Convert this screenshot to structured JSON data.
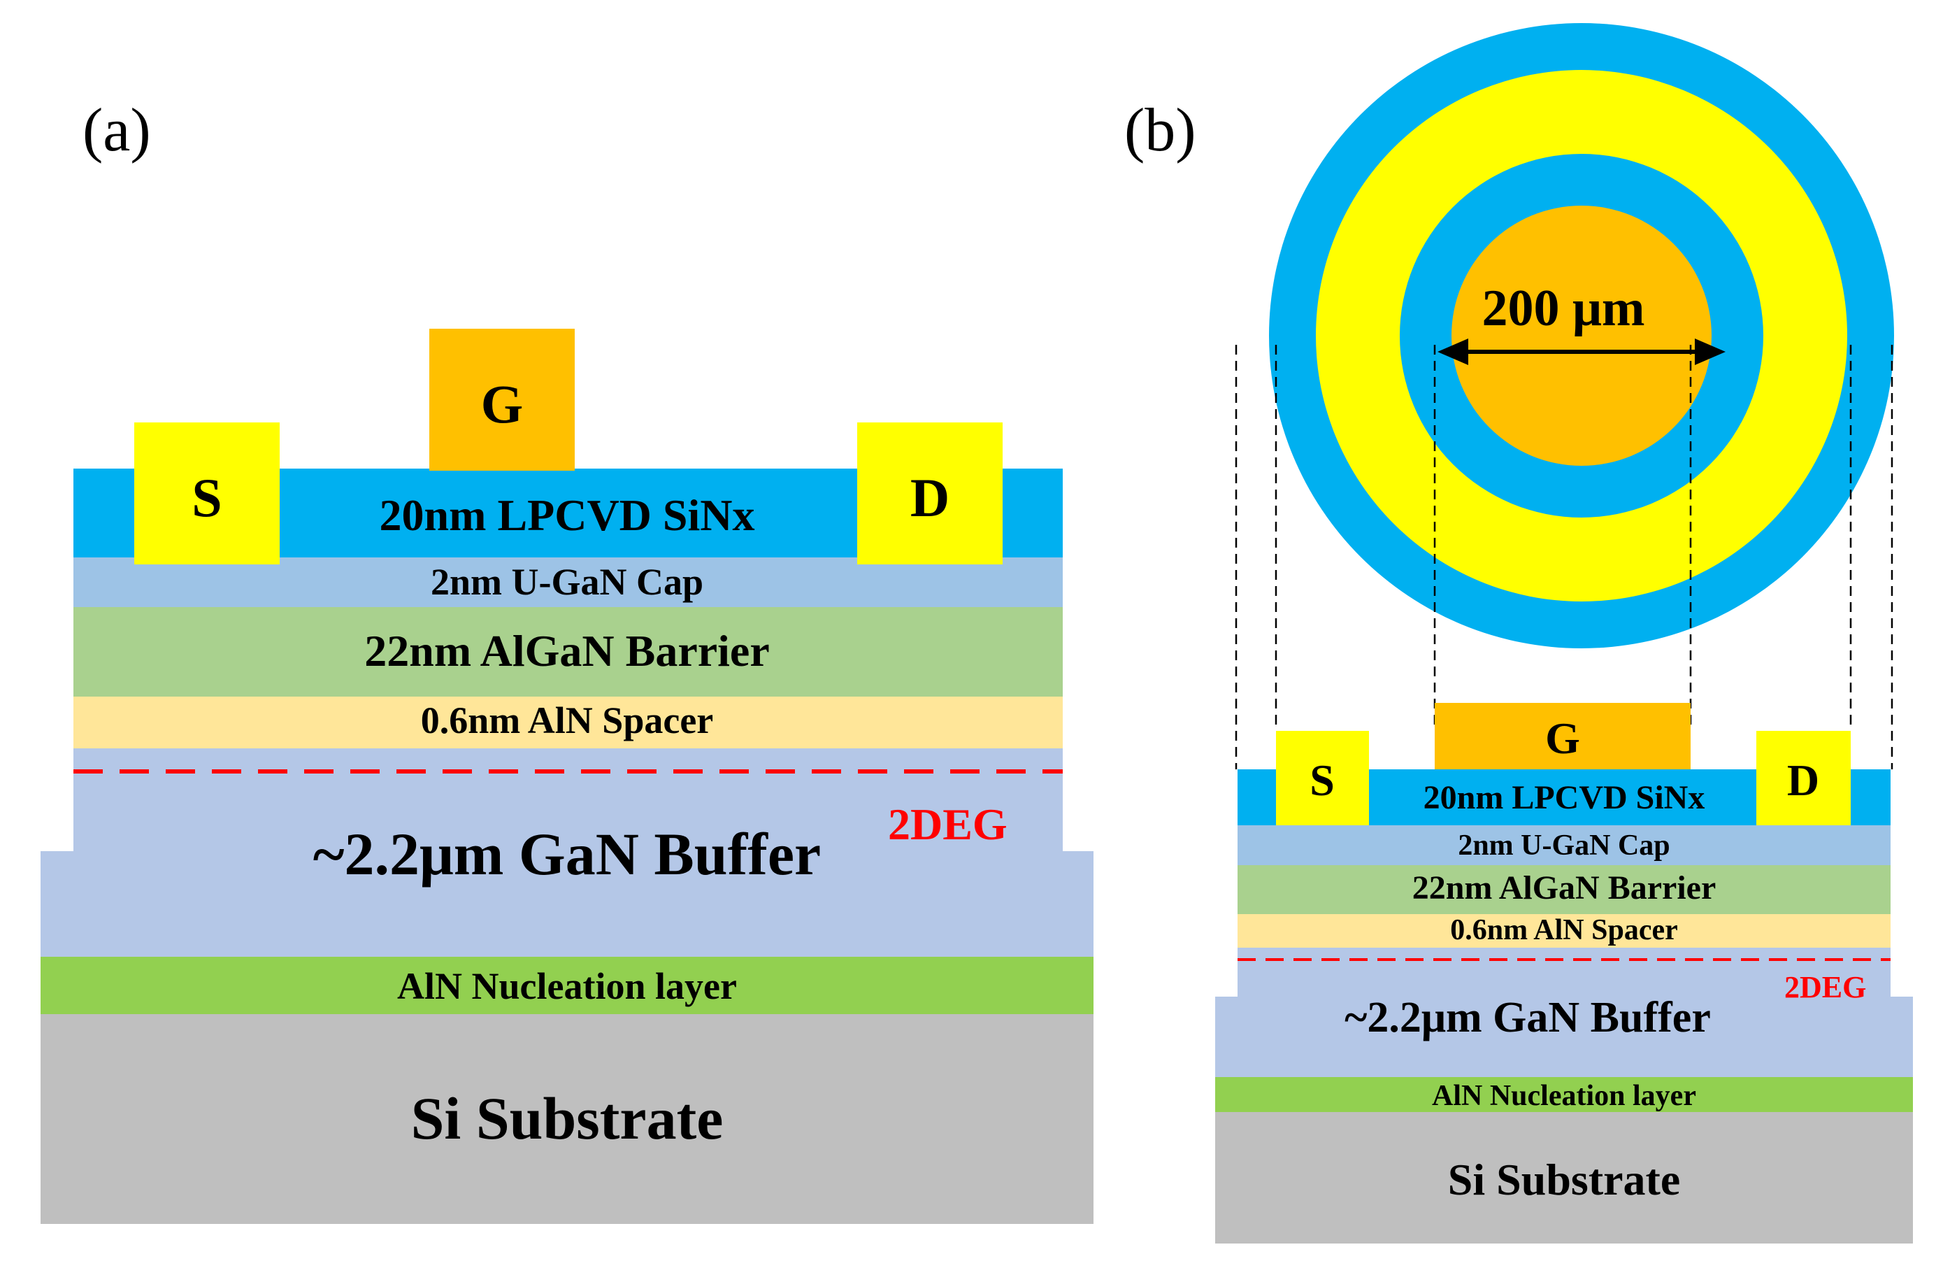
{
  "panels": {
    "a": {
      "label": "(a)",
      "electrodes": {
        "source": "S",
        "gate": "G",
        "drain": "D"
      },
      "layers": {
        "passivation": "20nm LPCVD SiNx",
        "cap": "2nm U-GaN Cap",
        "barrier": "22nm AlGaN Barrier",
        "spacer": "0.6nm AlN Spacer",
        "buffer": "~2.2μm GaN Buffer",
        "nucleation": "AlN Nucleation layer",
        "substrate": "Si Substrate"
      },
      "channel_label": "2DEG"
    },
    "b": {
      "label": "(b)",
      "gate_diameter": "200 μm",
      "electrodes": {
        "source": "S",
        "gate": "G",
        "drain": "D"
      },
      "layers": {
        "passivation": "20nm LPCVD SiNx",
        "cap": "2nm U-GaN Cap",
        "barrier": "22nm AlGaN Barrier",
        "spacer": "0.6nm AlN Spacer",
        "buffer": "~2.2μm GaN Buffer",
        "nucleation": "AlN Nucleation layer",
        "substrate": "Si Substrate"
      },
      "channel_label": "2DEG"
    }
  },
  "colors": {
    "sinx": "#00b0f0",
    "cap": "#9dc3e6",
    "barrier": "#a9d18e",
    "spacer": "#ffe699",
    "buffer": "#b4c7e7",
    "nucleation": "#92d050",
    "substrate": "#bfbfbf",
    "gate": "#ffc000",
    "ohmic": "#ffff00",
    "channel": "#ff0000"
  }
}
